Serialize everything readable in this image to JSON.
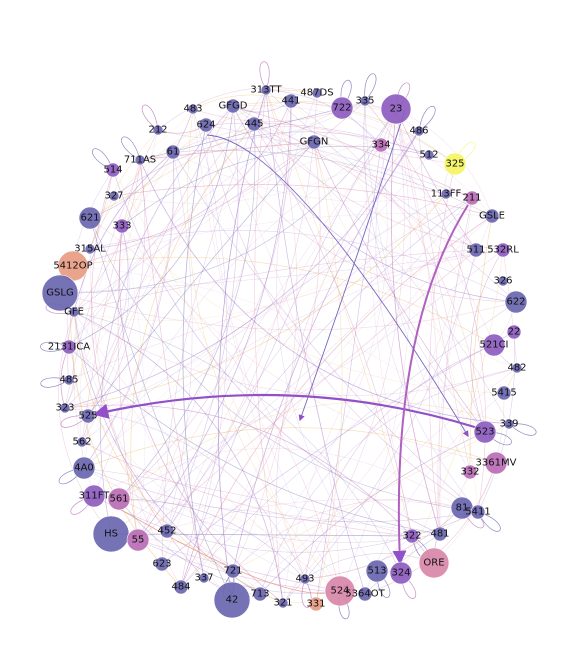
{
  "graph": {
    "colors": {
      "purple_dark": "#6a66b0",
      "purple": "#8d5cc0",
      "magenta": "#b86cb5",
      "pink": "#d987a9",
      "orange": "#e99c82",
      "yellow": "#f4f562",
      "edge_highlight": "#9150c8"
    },
    "nodes": [
      {
        "label": "313TT",
        "size": "xs",
        "color": "purple_dark"
      },
      {
        "label": "441",
        "size": "s",
        "color": "purple_dark"
      },
      {
        "label": "487DS",
        "size": "xs",
        "color": "purple_dark"
      },
      {
        "label": "722",
        "size": "m",
        "color": "purple"
      },
      {
        "label": "335",
        "size": "xs",
        "color": "purple_dark"
      },
      {
        "label": "23",
        "size": "l",
        "color": "purple"
      },
      {
        "label": "GFGD",
        "size": "s",
        "color": "purple_dark"
      },
      {
        "label": "483",
        "size": "xs",
        "color": "purple_dark"
      },
      {
        "label": "624",
        "size": "s",
        "color": "purple_dark"
      },
      {
        "label": "445",
        "size": "s",
        "color": "purple_dark"
      },
      {
        "label": "GFGN",
        "size": "s",
        "color": "purple_dark"
      },
      {
        "label": "334",
        "size": "s",
        "color": "magenta"
      },
      {
        "label": "486",
        "size": "xs",
        "color": "purple_dark"
      },
      {
        "label": "512",
        "size": "xs",
        "color": "purple_dark"
      },
      {
        "label": "325",
        "size": "m",
        "color": "yellow"
      },
      {
        "label": "212",
        "size": "xs",
        "color": "purple_dark"
      },
      {
        "label": "61",
        "size": "s",
        "color": "purple_dark"
      },
      {
        "label": "711AS",
        "size": "xs",
        "color": "purple_dark"
      },
      {
        "label": "514",
        "size": "s",
        "color": "purple"
      },
      {
        "label": "327",
        "size": "xs",
        "color": "purple_dark"
      },
      {
        "label": "113FF",
        "size": "xs",
        "color": "purple_dark"
      },
      {
        "label": "211",
        "size": "s",
        "color": "magenta"
      },
      {
        "label": "621",
        "size": "m",
        "color": "purple_dark"
      },
      {
        "label": "333",
        "size": "s",
        "color": "purple"
      },
      {
        "label": "GSLE",
        "size": "s",
        "color": "purple_dark"
      },
      {
        "label": "511",
        "size": "s",
        "color": "purple_dark"
      },
      {
        "label": "532RL",
        "size": "s",
        "color": "purple"
      },
      {
        "label": "315AL",
        "size": "xs",
        "color": "purple_dark"
      },
      {
        "label": "5412OP",
        "size": "l",
        "color": "orange"
      },
      {
        "label": "326",
        "size": "xs",
        "color": "purple_dark"
      },
      {
        "label": "GSLG",
        "size": "xl",
        "color": "purple_dark"
      },
      {
        "label": "622",
        "size": "m",
        "color": "purple_dark"
      },
      {
        "label": "GFE",
        "size": "xs",
        "color": "purple_dark"
      },
      {
        "label": "22",
        "size": "s",
        "color": "purple"
      },
      {
        "label": "2131ICA",
        "size": "s",
        "color": "purple"
      },
      {
        "label": "521CI",
        "size": "m",
        "color": "purple"
      },
      {
        "label": "482",
        "size": "xs",
        "color": "purple_dark"
      },
      {
        "label": "485",
        "size": "xs",
        "color": "purple_dark"
      },
      {
        "label": "5415",
        "size": "s",
        "color": "purple_dark"
      },
      {
        "label": "323",
        "size": "xs",
        "color": "purple_dark"
      },
      {
        "label": "525",
        "size": "s",
        "color": "purple_dark"
      },
      {
        "label": "339",
        "size": "xs",
        "color": "purple_dark"
      },
      {
        "label": "523",
        "size": "m",
        "color": "purple"
      },
      {
        "label": "562",
        "size": "xs",
        "color": "purple_dark"
      },
      {
        "label": "4A0",
        "size": "m",
        "color": "purple_dark"
      },
      {
        "label": "3361MV",
        "size": "m",
        "color": "magenta"
      },
      {
        "label": "332",
        "size": "s",
        "color": "magenta"
      },
      {
        "label": "311FT",
        "size": "m",
        "color": "purple"
      },
      {
        "label": "561",
        "size": "m",
        "color": "magenta"
      },
      {
        "label": "81",
        "size": "m",
        "color": "purple_dark"
      },
      {
        "label": "5411",
        "size": "s",
        "color": "purple_dark"
      },
      {
        "label": "452",
        "size": "s",
        "color": "purple_dark"
      },
      {
        "label": "322",
        "size": "s",
        "color": "purple"
      },
      {
        "label": "481",
        "size": "s",
        "color": "purple_dark"
      },
      {
        "label": "HS",
        "size": "xl",
        "color": "purple_dark"
      },
      {
        "label": "55",
        "size": "m",
        "color": "magenta"
      },
      {
        "label": "ORE",
        "size": "l",
        "color": "pink"
      },
      {
        "label": "623",
        "size": "s",
        "color": "purple_dark"
      },
      {
        "label": "721",
        "size": "s",
        "color": "purple_dark"
      },
      {
        "label": "513",
        "size": "m",
        "color": "purple_dark"
      },
      {
        "label": "324",
        "size": "m",
        "color": "purple"
      },
      {
        "label": "484",
        "size": "s",
        "color": "purple_dark"
      },
      {
        "label": "337",
        "size": "xs",
        "color": "purple_dark"
      },
      {
        "label": "493",
        "size": "xs",
        "color": "purple_dark"
      },
      {
        "label": "524",
        "size": "l",
        "color": "pink"
      },
      {
        "label": "5364OT",
        "size": "s",
        "color": "purple_dark"
      },
      {
        "label": "42",
        "size": "xl",
        "color": "purple_dark"
      },
      {
        "label": "713",
        "size": "s",
        "color": "purple_dark"
      },
      {
        "label": "321",
        "size": "xs",
        "color": "purple_dark"
      },
      {
        "label": "331",
        "size": "s",
        "color": "orange"
      }
    ]
  }
}
